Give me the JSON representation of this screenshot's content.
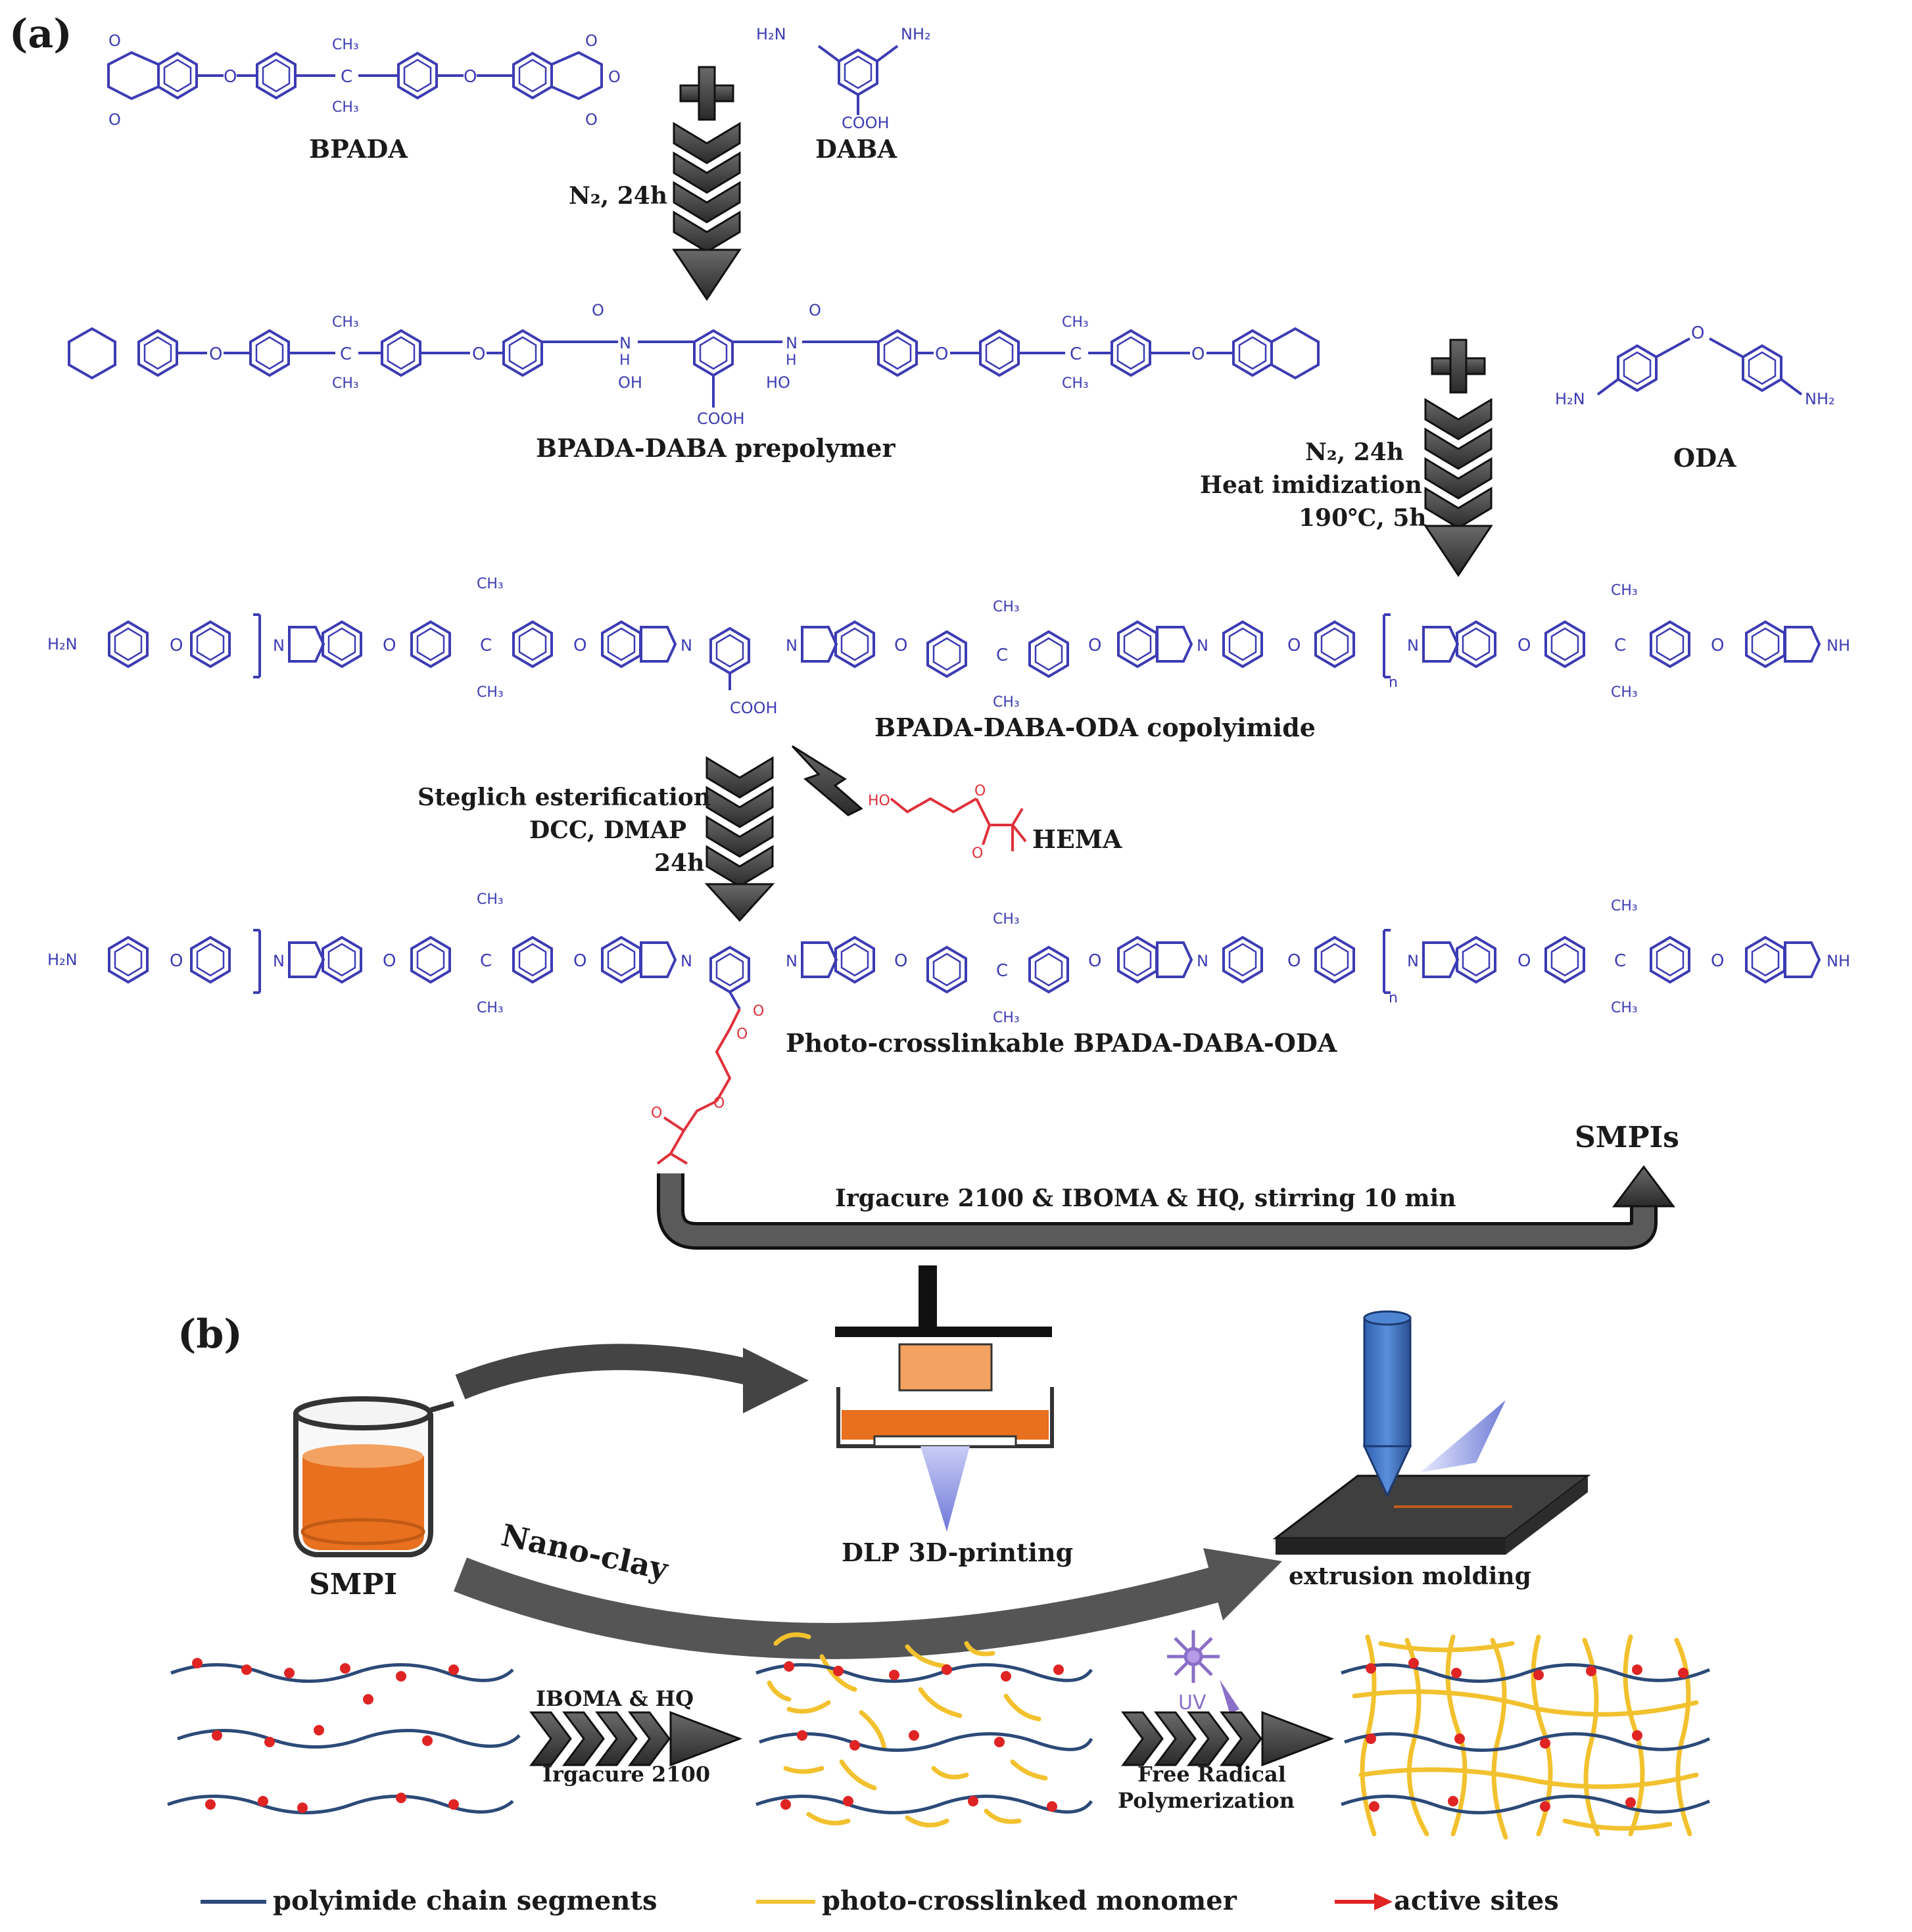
{
  "panel_a": {
    "label": "(a)",
    "bpada": "BPADA",
    "daba": "DABA",
    "step1_cond": "N₂, 24h",
    "prepolymer": "BPADA-DABA prepolymer",
    "oda": "ODA",
    "step2_cond1": "N₂, 24h",
    "step2_cond2": "Heat imidization",
    "step2_cond3": "190℃, 5h",
    "copolyimide": "BPADA-DABA-ODA copolyimide",
    "step3_cond1": "Steglich esterification",
    "step3_cond2": "DCC, DMAP",
    "step3_cond3": "24h",
    "hema": "HEMA",
    "photo_product": "Photo-crosslinkable BPADA-DABA-ODA",
    "smpis": "SMPIs",
    "step4_cond": "Irgacure 2100 & IBOMA & HQ, stirring 10 min"
  },
  "chem_labels": {
    "ch3": "CH₃",
    "c": "C",
    "o": "O",
    "n": "N",
    "nh": "NH",
    "h2n": "H₂N",
    "nh2": "NH₂",
    "cooh": "COOH",
    "oh": "OH",
    "ho": "HO",
    "h": "H",
    "n_sub": "n"
  },
  "panel_b": {
    "label": "(b)",
    "smpi": "SMPI",
    "dlp": "DLP 3D-printing",
    "nanoclay": "Nano-clay",
    "extrusion": "extrusion molding",
    "arrow1_top": "IBOMA & HQ",
    "arrow1_bottom": "Irgacure 2100",
    "uv": "UV",
    "arrow2_line1": "Free Radical",
    "arrow2_line2": "Polymerization"
  },
  "legend": {
    "chain": "polyimide chain segments",
    "monomer": "photo-crosslinked monomer",
    "sites": "active sites"
  },
  "colors": {
    "chem_blue": "#3c3cb4",
    "hema_red": "#e0303a",
    "arrow_dark": "#3a3a3a",
    "resin_orange": "#e8701e",
    "block_orange": "#f4a261",
    "chain_blue": "#2c4a78",
    "monomer_yellow": "#f2c12e",
    "site_red": "#e02424",
    "nozzle_blue": "#3a6fbf"
  }
}
